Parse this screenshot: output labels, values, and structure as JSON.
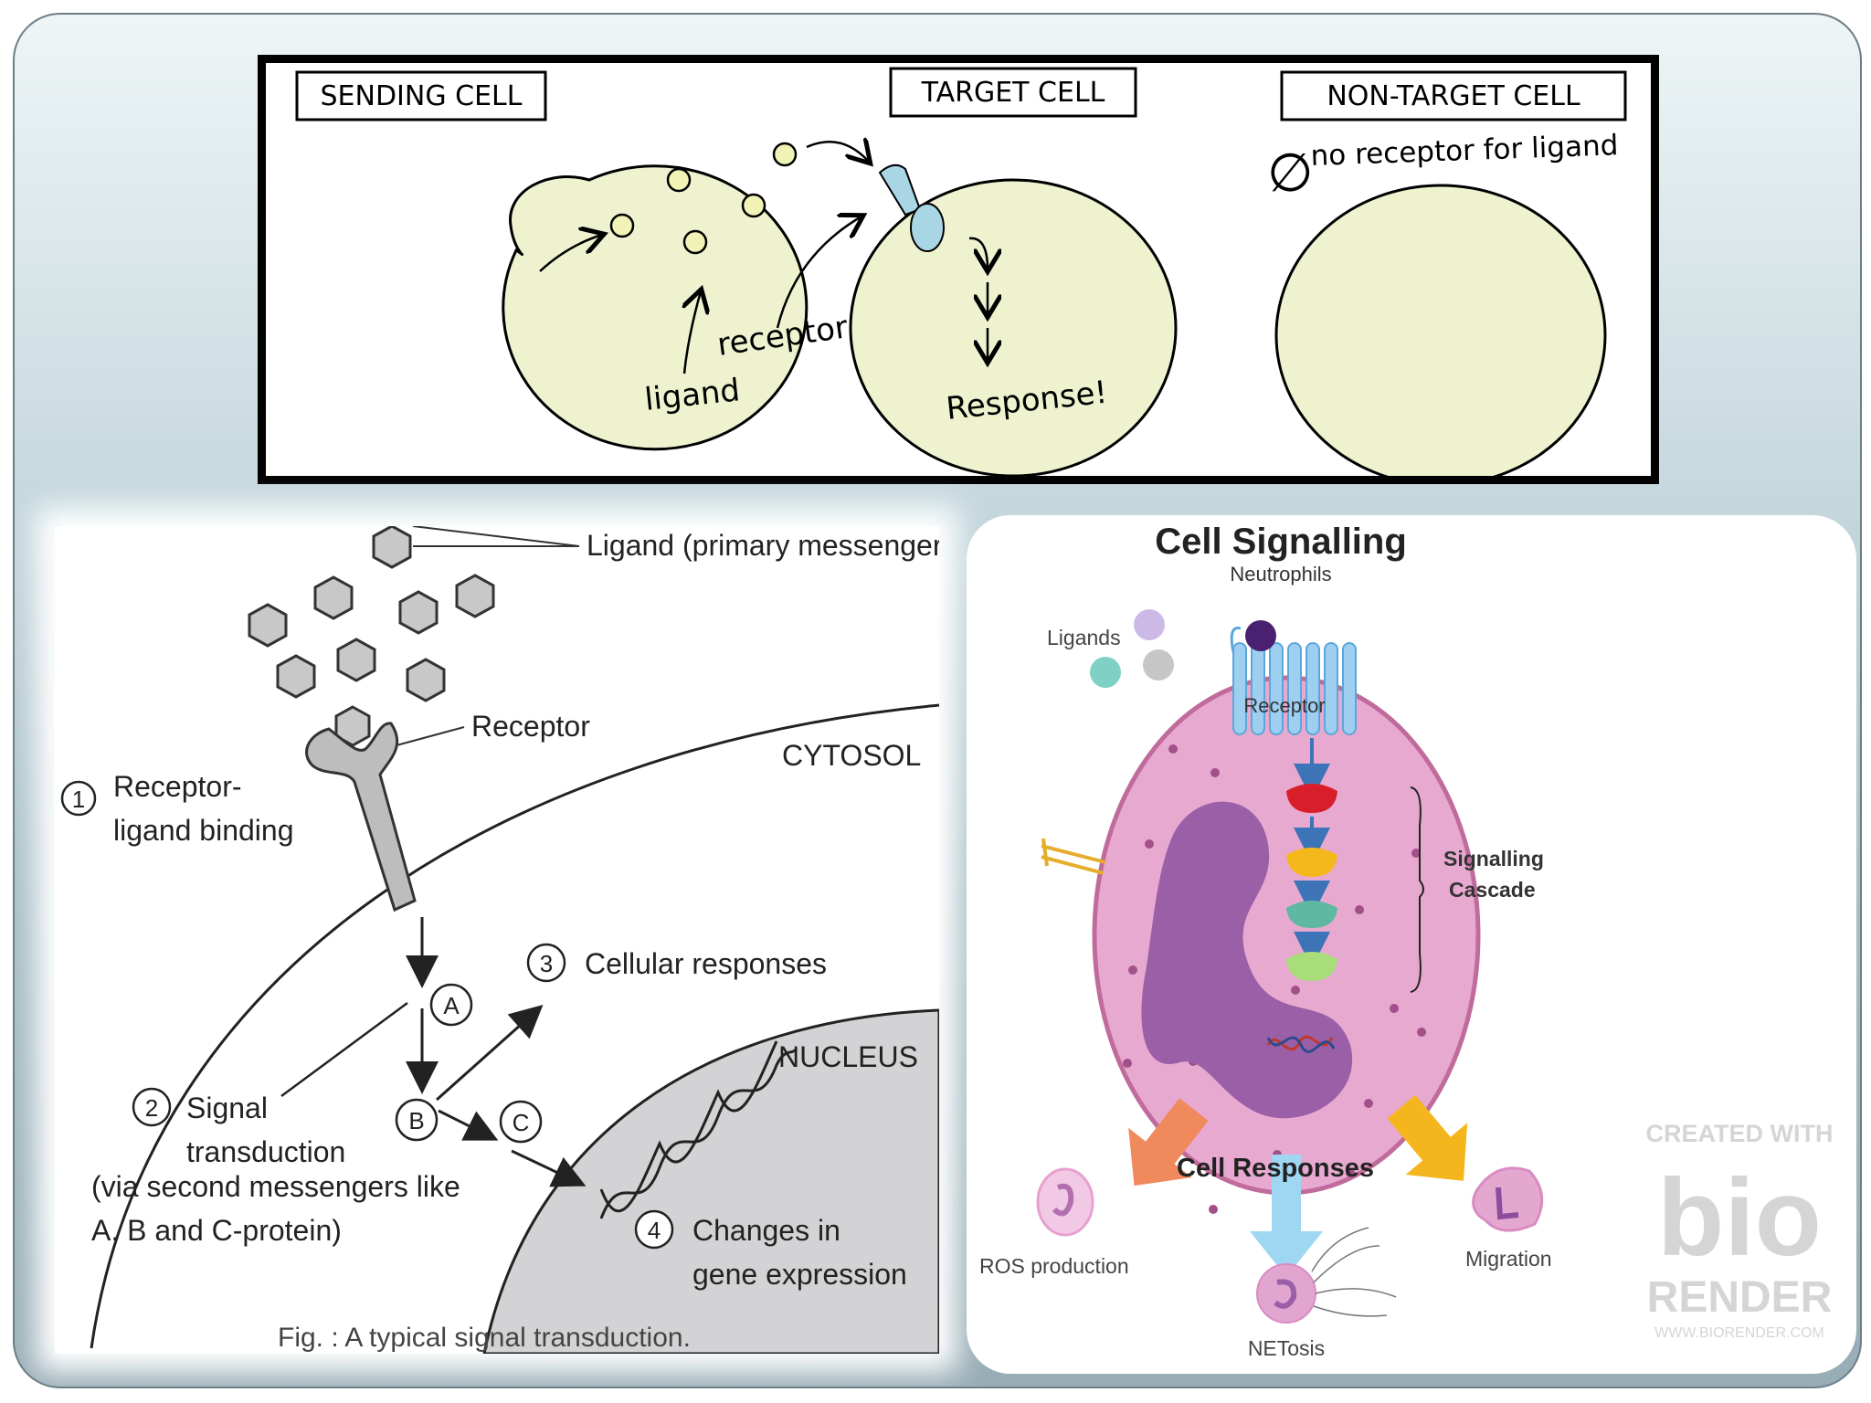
{
  "top_panel": {
    "sending_cell_label": "SENDING CELL",
    "target_cell_label": "TARGET CELL",
    "non_target_cell_label": "NON-TARGET CELL",
    "no_receptor_symbol": "∅",
    "no_receptor_note": "no receptor for ligand",
    "ligand_label": "ligand",
    "receptor_label": "receptor",
    "response_label": "Response!"
  },
  "left_panel": {
    "ligand_label": "Ligand (primary messenger",
    "receptor_label": "Receptor",
    "cytosol_label": "CYTOSOL",
    "nucleus_label": "NUCLEUS",
    "step1_num": "1",
    "step1_line1": "Receptor-",
    "step1_line2": "ligand binding",
    "step2_num": "2",
    "step2_line1": "Signal",
    "step2_line2": "transduction",
    "step2_line3": "(via second messengers like",
    "step2_line4": "A, B and C-protein)",
    "step3_num": "3",
    "step3_text": "Cellular responses",
    "step4_num": "4",
    "step4_line1": "Changes in",
    "step4_line2": "gene expression",
    "messenger_a": "A",
    "messenger_b": "B",
    "messenger_c": "C",
    "caption": "Fig. : A typical signal transduction."
  },
  "right_panel": {
    "title": "Cell Signalling",
    "subtitle": "Neutrophils",
    "ligands_label": "Ligands",
    "receptor_label": "Receptor",
    "cascade_line1": "Signalling",
    "cascade_line2": "Cascade",
    "responses_label": "Cell Responses",
    "ros_label": "ROS production",
    "netosis_label": "NETosis",
    "migration_label": "Migration",
    "watermark_line1": "CREATED WITH",
    "watermark_logo": "bio",
    "watermark_line2": "RENDER",
    "watermark_url": "WWW.BIORENDER.COM",
    "colors": {
      "cell_fill": "#e7a9cf",
      "nucleus": "#9b5fa8",
      "receptor": "#9fcff0",
      "arrow_ros": "#f08a5d",
      "arrow_netosis": "#9fd6f2",
      "arrow_migration": "#f5b51c"
    }
  }
}
